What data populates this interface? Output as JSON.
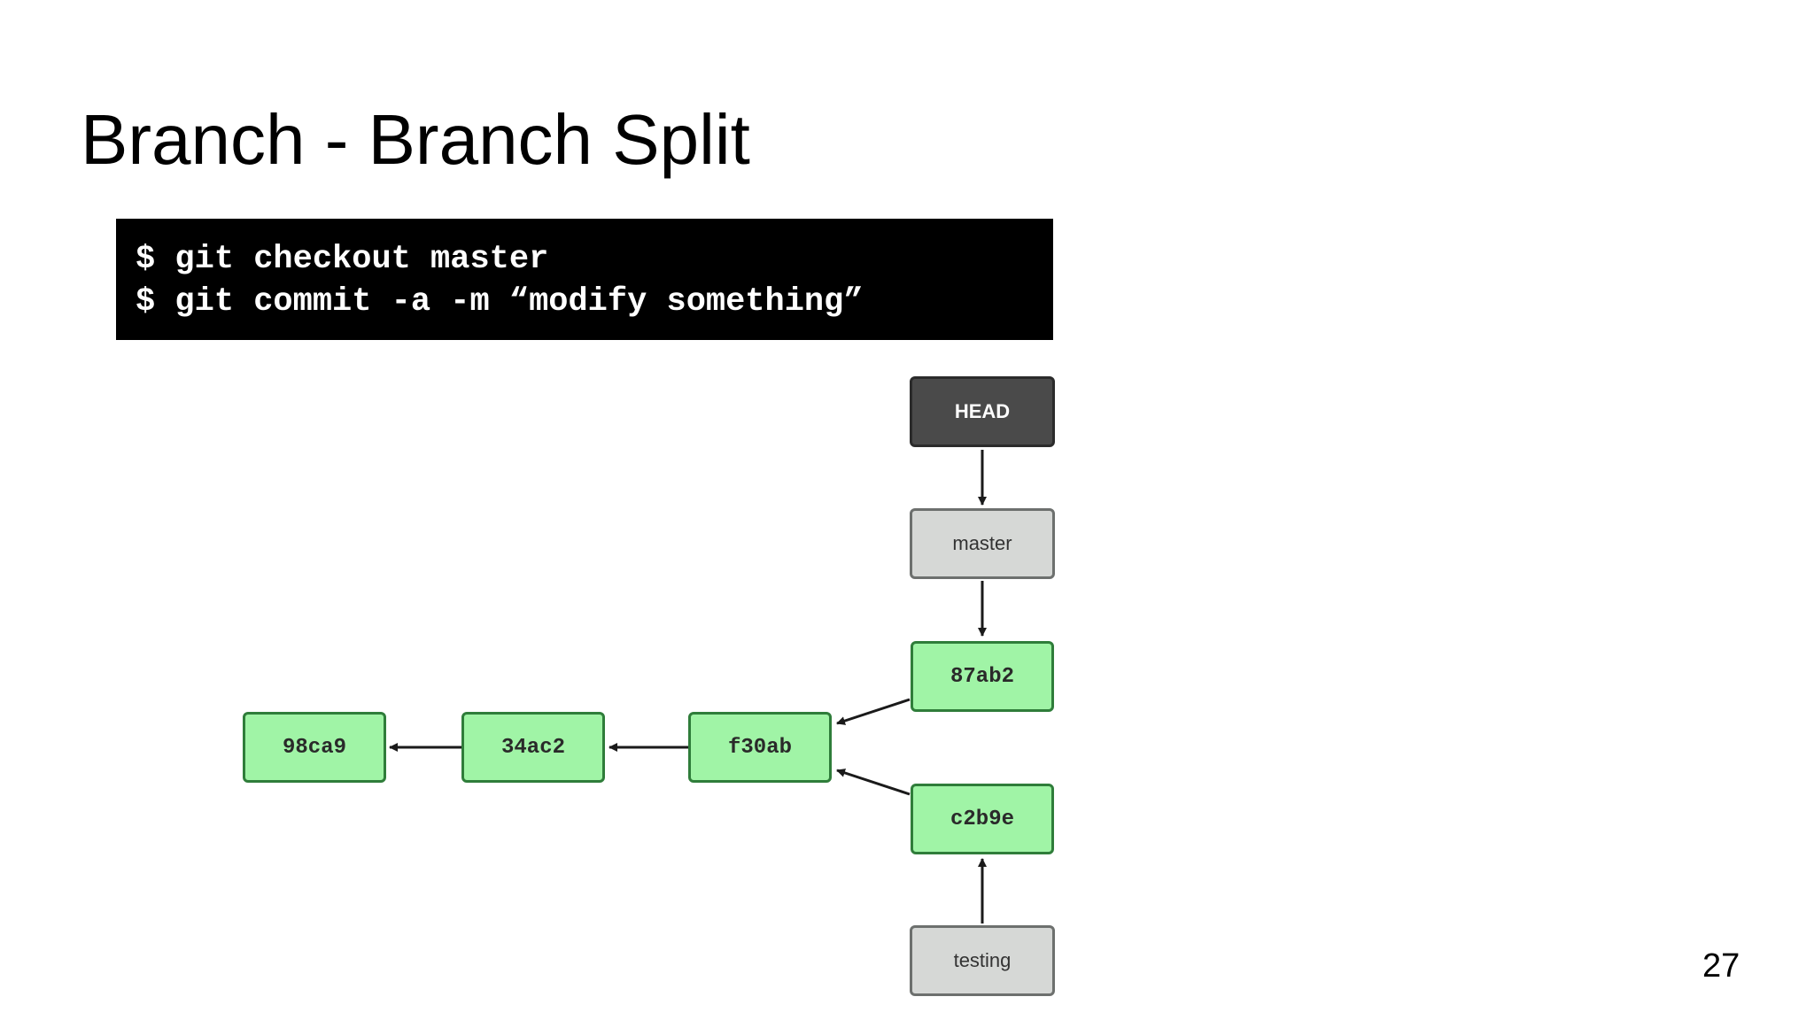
{
  "slide": {
    "title": "Branch - Branch Split",
    "page_number": "27"
  },
  "code": {
    "lines": [
      "$ git checkout master",
      "$ git commit -a -m “modify something”"
    ]
  },
  "diagram": {
    "pointers": {
      "head": "HEAD",
      "master": "master",
      "testing": "testing"
    },
    "commits": {
      "c1": "98ca9",
      "c2": "34ac2",
      "c3": "f30ab",
      "c4": "87ab2",
      "c5": "c2b9e"
    },
    "colors": {
      "commit_fill": "#a0f4a6",
      "commit_border": "#2f7d3a",
      "branch_fill": "#d6d8d6",
      "head_fill": "#4a4a4a"
    }
  }
}
